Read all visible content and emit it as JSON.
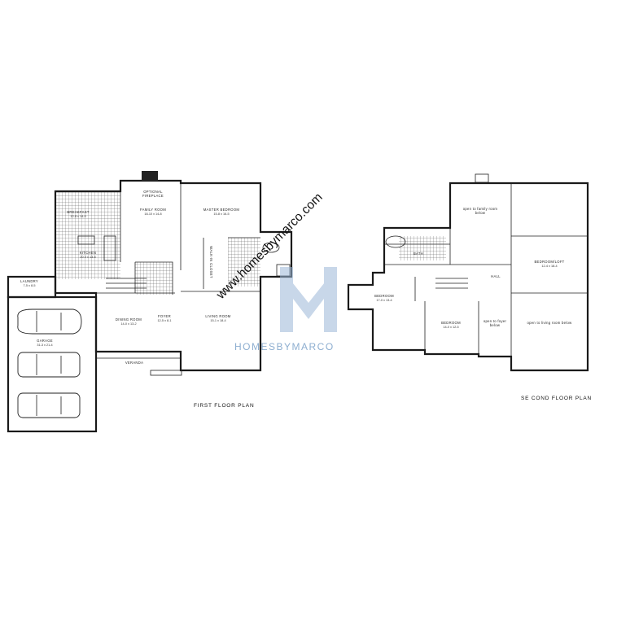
{
  "first_floor": {
    "title": "FIRST FLOOR PLAN",
    "rooms": {
      "breakfast": {
        "name": "BREAKFAST",
        "dims": "12-8 x 14-9"
      },
      "family": {
        "name": "FAMILY ROOM",
        "dims": "18-10 x 14-8"
      },
      "fireplace": {
        "name": "OPTIONAL",
        "name2": "FIREPLACE"
      },
      "master": {
        "name": "MASTER BEDROOM",
        "dims": "15-8 x 16-5"
      },
      "kitchen": {
        "name": "KITCHEN",
        "dims": "20-0 x 13-8"
      },
      "laundry": {
        "name": "LAUNDRY",
        "dims": "7-5 x 8-5"
      },
      "walkin": {
        "name": "WALK-IN CLOSET"
      },
      "dining": {
        "name": "DINING ROOM",
        "dims": "14-0 x 13-2"
      },
      "foyer": {
        "name": "FOYER",
        "dims": "12-5 x 8-1"
      },
      "living": {
        "name": "LIVING ROOM",
        "dims": "15-1 x 18-4"
      },
      "garage": {
        "name": "GARAGE",
        "dims": "31-3 x 21-4"
      },
      "veranda": {
        "name": "VERANDA"
      }
    }
  },
  "second_floor": {
    "title": "SE COND FLOOR PLAN",
    "rooms": {
      "open_family": {
        "name": "open to family room",
        "name2": "below"
      },
      "bath": {
        "name": "BATH"
      },
      "loft": {
        "name": "BEDROOM/LOFT",
        "dims": "12-4 x 18-4"
      },
      "hall": {
        "name": "HALL"
      },
      "bedroom1": {
        "name": "BEDROOM",
        "dims": "17-0 x 13-4"
      },
      "bedroom2": {
        "name": "BEDROOM",
        "dims": "14-0 x 12-5"
      },
      "open_foyer": {
        "name": "open to foyer",
        "name2": "below"
      },
      "open_living": {
        "name": "open to living room below"
      }
    }
  },
  "watermark": {
    "url": "www.homesbymarco.com",
    "brand": "HOMESBYMARCO",
    "color": "#7aa0c8"
  }
}
